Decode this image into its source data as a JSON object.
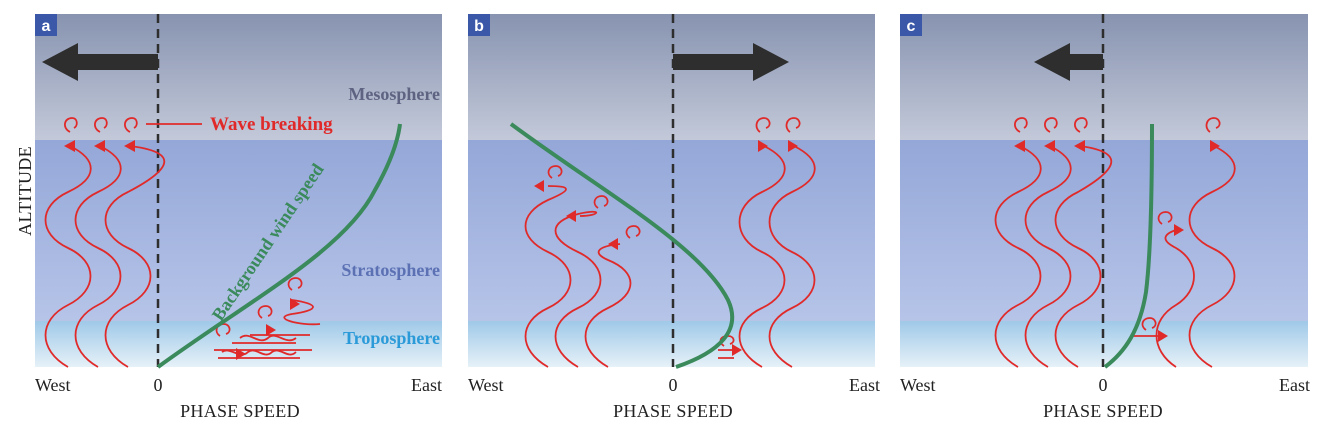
{
  "figure": {
    "y_axis_title": "ALTITUDE",
    "x_axis_title": "PHASE SPEED",
    "colors": {
      "wave": "#e02a2a",
      "wind": "#3a8a5c",
      "arrow": "#2e2e2e",
      "mesosphere_text": "#5e6382",
      "stratosphere_text": "#5b71b4",
      "troposphere_text": "#2a9ad8",
      "label_box": "#3a57a8"
    },
    "annotations": {
      "wave_breaking": "Wave breaking",
      "background_wind_speed": "Background wind speed"
    },
    "layers": {
      "mesosphere": "Mesosphere",
      "stratosphere": "Stratosphere",
      "troposphere": "Troposphere"
    },
    "panels": [
      {
        "letter": "a",
        "west": "West",
        "zero": "0",
        "east": "East",
        "flow_direction": "west"
      },
      {
        "letter": "b",
        "west": "West",
        "zero": "0",
        "east": "East",
        "flow_direction": "east"
      },
      {
        "letter": "c",
        "west": "West",
        "zero": "0",
        "east": "East",
        "flow_direction": "west"
      }
    ]
  }
}
